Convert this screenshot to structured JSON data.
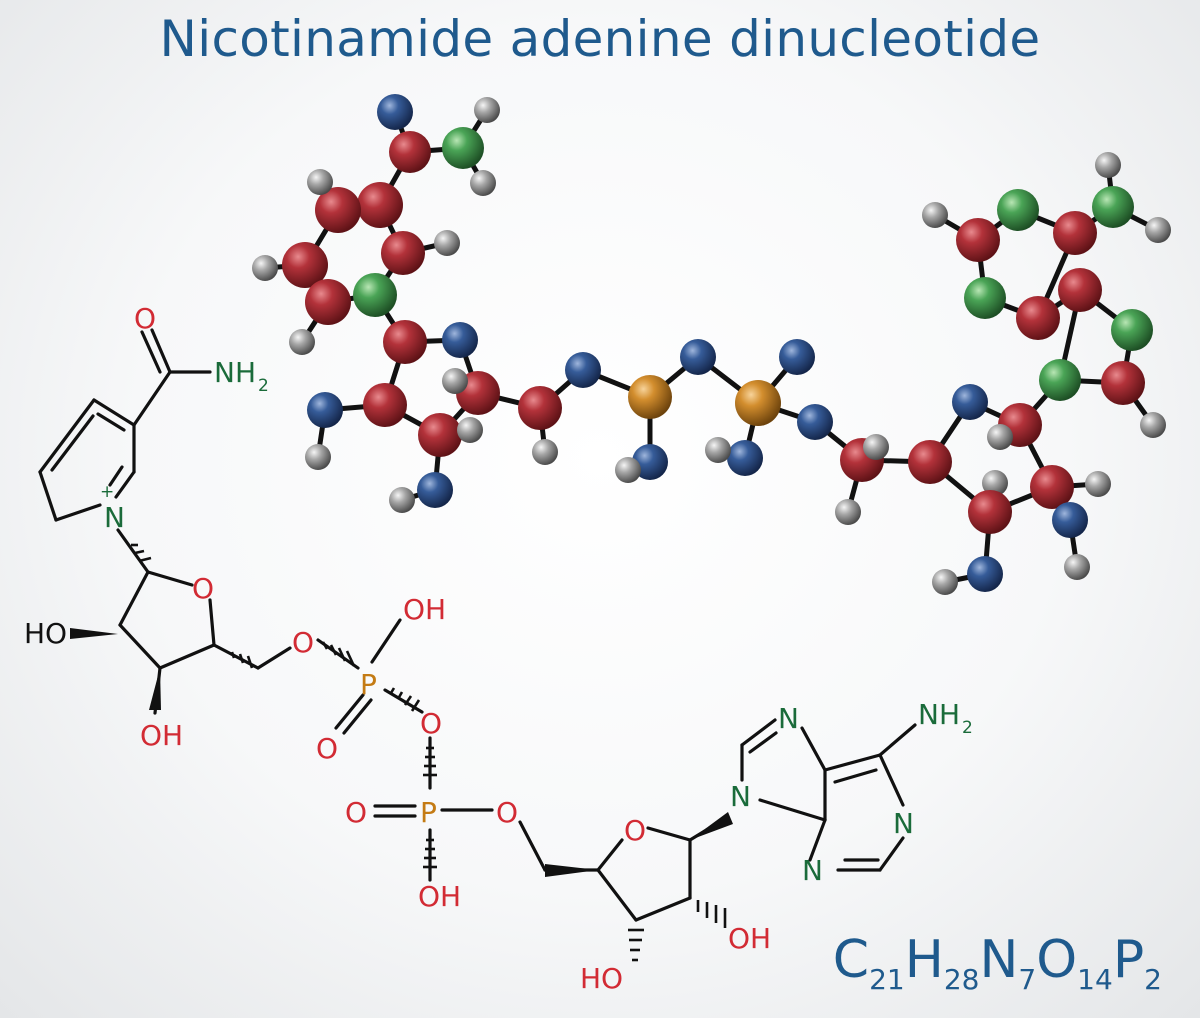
{
  "title": "Nicotinamide adenine dinucleotide",
  "formula": {
    "parts": [
      {
        "el": "C",
        "n": "21"
      },
      {
        "el": "H",
        "n": "28"
      },
      {
        "el": "N",
        "n": "7"
      },
      {
        "el": "O",
        "n": "14"
      },
      {
        "el": "P",
        "n": "2"
      }
    ]
  },
  "colors": {
    "title": "#1f5a8d",
    "oxygen_label": "#d22b34",
    "nitrogen_label": "#1a6b3a",
    "phosphorus_label": "#c47b14",
    "bond": "#111111",
    "ball_red": "#a5262c",
    "ball_blue": "#2e4f86",
    "ball_green": "#3f9a4a",
    "ball_orange": "#d08a2a",
    "ball_grey": "#8c8c8c"
  },
  "atom_labels": {
    "carbonyl_o": "O",
    "amide_nh": "NH",
    "h2_sub": "2",
    "pyridinium_n": "N",
    "plus": "+",
    "ring_o_top": "O",
    "ho_left": "HO",
    "oh_bottom_left": "OH",
    "o_ester_1": "O",
    "p1": "P",
    "oh_p1": "OH",
    "o_p1_double": "O",
    "o_bridge": "O",
    "o_p2_double": "O",
    "p2": "P",
    "o_ester_2": "O",
    "oh_p2": "OH",
    "ring_o_bottom": "O",
    "ho_bottom": "HO",
    "oh_bottom_right": "OH",
    "n9": "N",
    "n7": "N",
    "nh2_adenine": "NH",
    "n1": "N",
    "n3": "N"
  }
}
